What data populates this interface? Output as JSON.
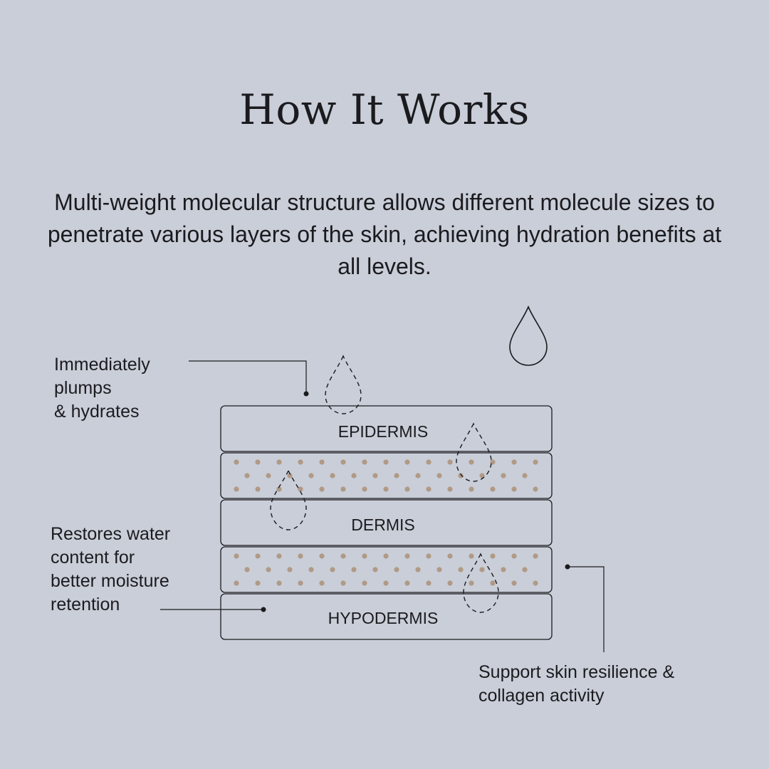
{
  "title": "How It Works",
  "subtitle": "Multi-weight molecular structure allows different molecule sizes to penetrate various layers of the skin, achieving hydration benefits at all levels.",
  "layers": {
    "epidermis": "EPIDERMIS",
    "dermis": "DERMIS",
    "hypodermis": "HYPODERMIS"
  },
  "callouts": {
    "top_left": "Immediately\nplumps\n& hydrates",
    "mid_left": "Restores water\ncontent for\nbetter moisture\nretention",
    "bottom_right": "Support skin resilience &\ncollagen activity"
  },
  "colors": {
    "background": "#c9ced8",
    "stroke": "#1b1b1f",
    "dots": "#b09a86"
  },
  "icons": [
    "water-drop-icon",
    "dashed-drop-icon",
    "callout-dot-icon"
  ]
}
